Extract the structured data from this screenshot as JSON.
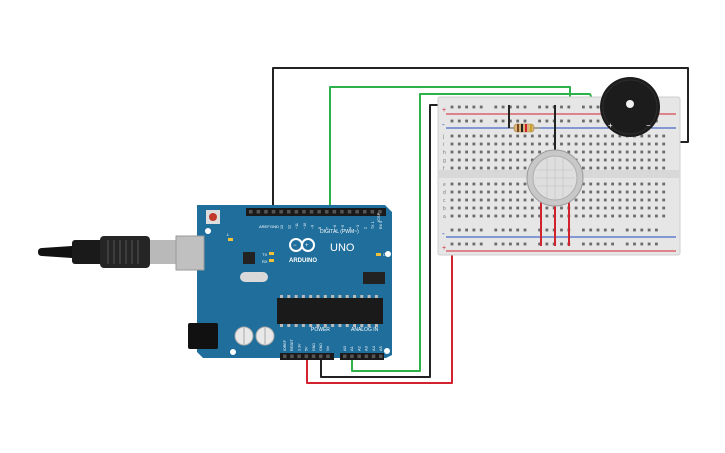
{
  "arduino": {
    "logo_text": "ARDUINO",
    "model_text": "UNO",
    "digital_label": "DIGITAL (PWM~)",
    "power_label": "POWER",
    "analog_label": "ANALOG IN",
    "on_label": "ON",
    "tx_label": "TX",
    "rx_label": "RX",
    "l_label": "L",
    "icsp_label": "ICSP",
    "aref_label": "AREF",
    "gnd_label": "GND",
    "digital_pins": [
      "13",
      "12",
      "~11",
      "~10",
      "~9",
      "8",
      "7",
      "~6",
      "~5",
      "4",
      "~3",
      "2",
      "TX 1",
      "RX 0"
    ],
    "power_pins": [
      "IOREF",
      "RESET",
      "3.3V",
      "5V",
      "GND",
      "GND",
      "Vin"
    ],
    "analog_pins": [
      "A0",
      "A1",
      "A2",
      "A3",
      "A4",
      "A5"
    ]
  },
  "breadboard": {
    "top_rail_plus": "+",
    "top_rail_minus": "-",
    "bottom_rail_plus": "+",
    "bottom_rail_minus": "-",
    "row_letters_top": [
      "j",
      "i",
      "h",
      "g",
      "f"
    ],
    "row_letters_bottom": [
      "e",
      "d",
      "c",
      "b",
      "a"
    ]
  },
  "buzzer": {
    "plus_label": "+",
    "minus_label": "−"
  },
  "colors": {
    "board_blue": "#1f6e9c",
    "wire_black": "#222222",
    "wire_green": "#2fb14a",
    "wire_red": "#d2222d",
    "breadboard_bg": "#ececec"
  }
}
